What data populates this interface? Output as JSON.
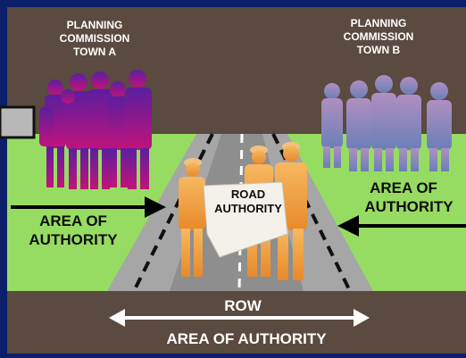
{
  "groups": {
    "town_a": {
      "line1": "PLANNING",
      "line2": "COMMISSION",
      "line3": "TOWN A"
    },
    "town_b": {
      "line1": "PLANNING",
      "line2": "COMMISSION",
      "line3": "TOWN B"
    }
  },
  "labels": {
    "left_area_line1": "AREA OF",
    "left_area_line2": "AUTHORITY",
    "right_area_line1": "AREA OF",
    "right_area_line2": "AUTHORITY",
    "road_line1": "ROAD",
    "road_line2": "AUTHORITY",
    "row": "ROW",
    "bottom_area": "AREA OF AUTHORITY"
  },
  "colors": {
    "frame": "#0b1f6a",
    "earth": "#5a4a3f",
    "grass": "#96dc62",
    "road": "#a6a6a6",
    "commission_a": "#8a1a8a",
    "commission_b": "#8f7fb8",
    "road_crew": "#f0a040"
  }
}
